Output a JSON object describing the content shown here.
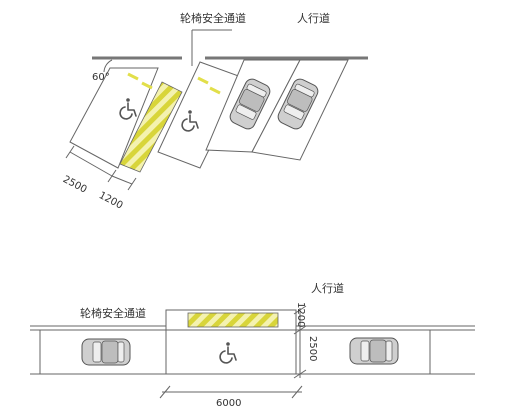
{
  "diagram": {
    "top": {
      "label_wheelchair_aisle": "轮椅安全通道",
      "label_sidewalk": "人行道",
      "angle": "60°",
      "dim_stall": "2500",
      "dim_aisle": "1200"
    },
    "bottom": {
      "label_sidewalk": "人行道",
      "label_wheelchair_aisle": "轮椅安全通道",
      "dim_aisle": "1200",
      "dim_depth": "2500",
      "dim_length": "6000"
    },
    "hatch_color": "#e6e35a",
    "stroke_color": "#666666"
  }
}
